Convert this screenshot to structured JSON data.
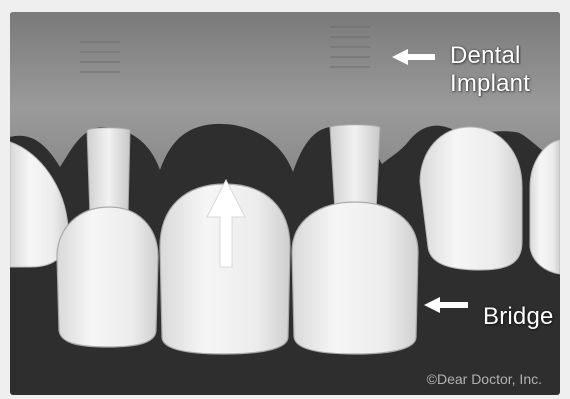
{
  "labels": {
    "implant_line1": "Dental",
    "implant_line2": "Implant",
    "bridge": "Bridge"
  },
  "credit": "©Dear Doctor, Inc.",
  "colors": {
    "gum": "#8f8f8f",
    "background_dark": "#2f2f2f",
    "tooth": "#ececec",
    "arrow": "#ffffff"
  },
  "icons": {
    "implant_pointer": "arrow-left-icon",
    "bridge_pointer": "arrow-left-icon",
    "pontic_indicator": "arrow-up-icon"
  }
}
